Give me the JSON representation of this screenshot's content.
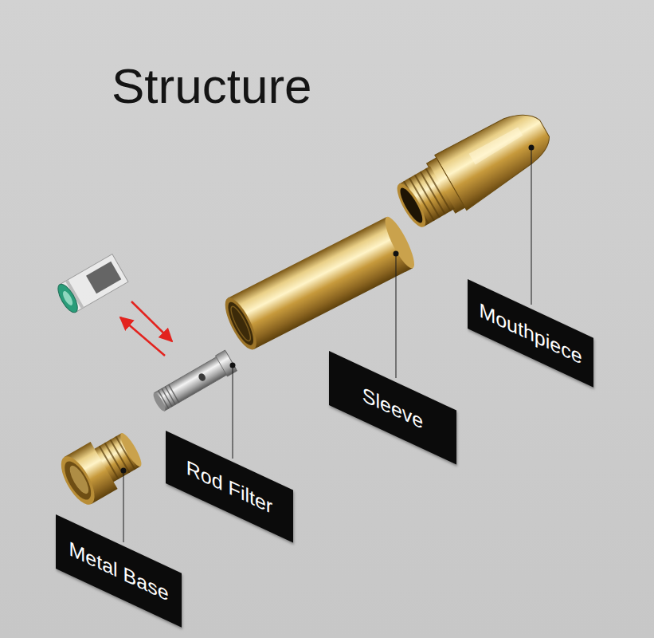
{
  "diagram": {
    "title": "Structure",
    "nodes": [
      {
        "text": [
          "Mouthpiece"
        ]
      },
      {
        "text": [
          "Sleeve"
        ]
      },
      {
        "text": [
          "Rod Filter"
        ]
      },
      {
        "text": [
          "Metal Base"
        ]
      }
    ]
  }
}
